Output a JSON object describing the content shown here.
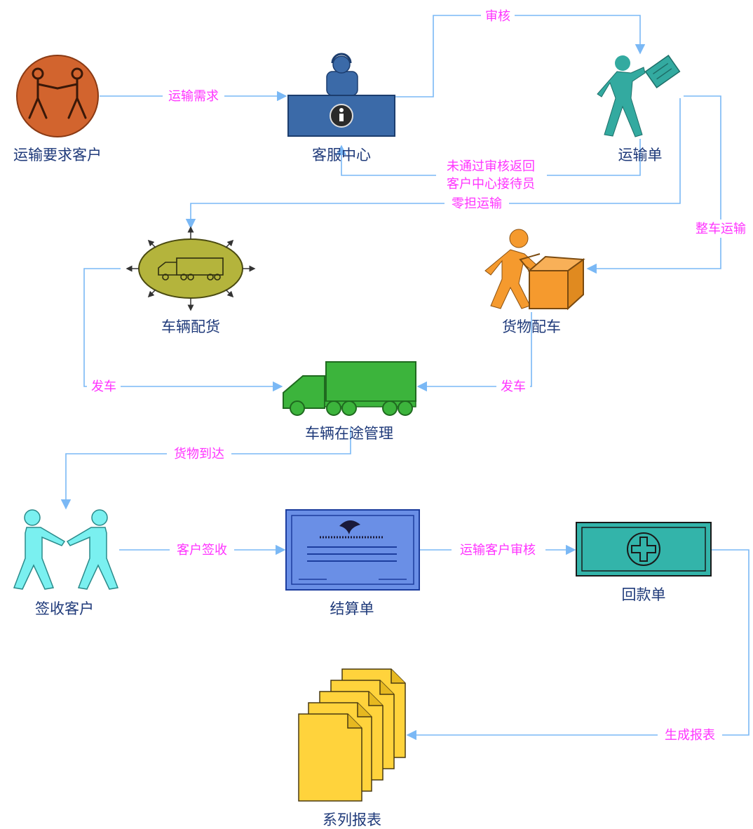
{
  "nodes": {
    "transport_customer": "运输要求客户",
    "service_center": "客服中心",
    "transport_order": "运输单",
    "vehicle_allocation": "车辆配货",
    "cargo_loading": "货物配车",
    "vehicle_tracking": "车辆在途管理",
    "sign_customer": "签收客户",
    "settlement": "结算单",
    "payment_slip": "回款单",
    "reports": "系列报表"
  },
  "edges": {
    "transport_demand": "运输需求",
    "audit": "审核",
    "reject_line1": "未通过审核返回",
    "reject_line2": "客户中心接待员",
    "ltl_transport": "零担运输",
    "ftl_transport": "整车运输",
    "depart_left": "发车",
    "depart_right": "发车",
    "cargo_arrival": "货物到达",
    "customer_sign": "客户签收",
    "customer_audit": "运输客户审核",
    "generate_report": "生成报表"
  },
  "colors": {
    "edge": "#7ab8f5",
    "edge_label": "#ff33ff",
    "node_label": "#1f3a7a"
  }
}
